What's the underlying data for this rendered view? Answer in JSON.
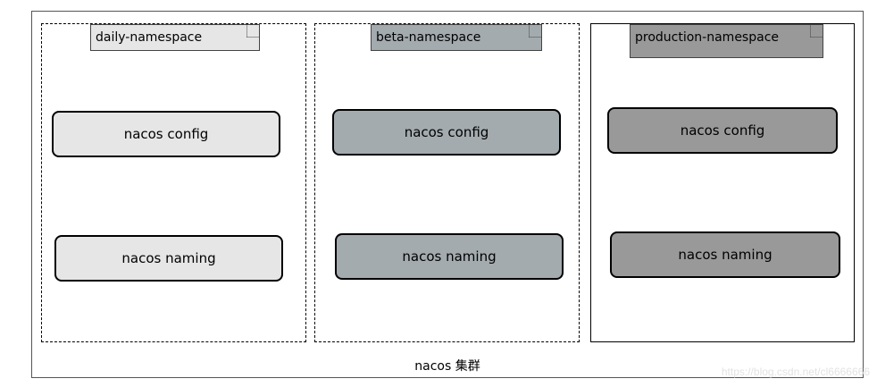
{
  "cluster": {
    "label": "nacos 集群"
  },
  "namespaces": [
    {
      "name": "daily-namespace",
      "color": "#e6e6e6",
      "config_label": "nacos config",
      "naming_label": "nacos naming"
    },
    {
      "name": "beta-namespace",
      "color": "#a3abaf",
      "config_label": "nacos config",
      "naming_label": "nacos naming"
    },
    {
      "name": "production-namespace",
      "color": "#999999",
      "config_label": "nacos config",
      "naming_label": "nacos naming"
    }
  ],
  "watermark": "https://blog.csdn.net/cl6666666"
}
